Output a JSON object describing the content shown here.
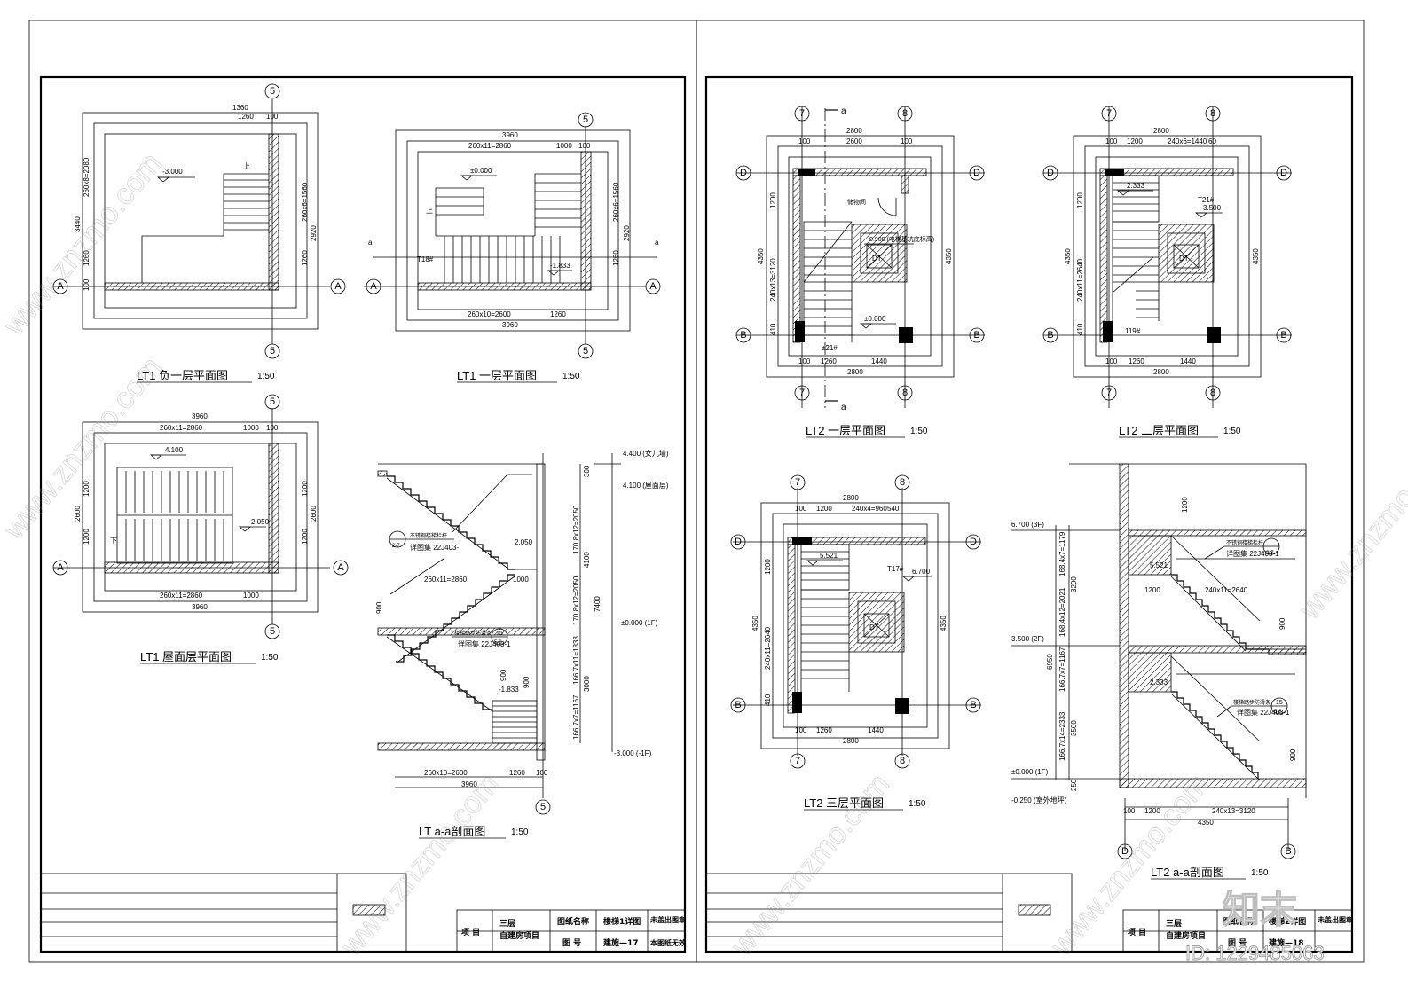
{
  "watermark": {
    "brand_logo": "知末",
    "id_text": "ID: 1229485063",
    "site": "www.znzmo.com"
  },
  "left_sheet": {
    "views": {
      "lt1_b1": {
        "title": "LT1 负一层平面图",
        "scale": "1:50",
        "dims": {
          "d1360": "1360",
          "d1260": "1260",
          "d100": "100",
          "d2080": "260x8=2080",
          "d3440": "3440",
          "d1560": "260x6=1560",
          "d2920": "2920",
          "d1260b": "1260",
          "d100b": "100"
        },
        "level": "-3.000",
        "up": "上"
      },
      "lt1_f1": {
        "title": "LT1 一层平面图",
        "scale": "1:50",
        "dims": {
          "total": "3960",
          "run_top": "260x11=2860",
          "d1000": "1000",
          "d100": "100",
          "run_bot": "260x10=2600",
          "d1260": "1260",
          "total_b": "3960",
          "d1560": "260x6=1560",
          "d2920": "2920"
        },
        "level": "±0.000",
        "level2": "-1.833",
        "step_label": "T18#",
        "up": "上",
        "cut": "a"
      },
      "lt1_roof": {
        "title": "LT1 屋面层平面图",
        "scale": "1:50",
        "dims": {
          "total": "3960",
          "run": "260x11=2860",
          "d1000": "1000",
          "d100": "100",
          "run_b": "260x11=2860",
          "total_b": "3960",
          "d1200": "1200",
          "d2600": "2600",
          "d100v": "100"
        },
        "level": "4.100",
        "level2": "2.050",
        "up": "下"
      },
      "lt_aa": {
        "title": "LT a-a剖面图",
        "scale": "1:50",
        "dims": {
          "d300": "300",
          "d2050a": "170.8x12=2050",
          "d4100": "4100",
          "d2050b": "170.8x12=2050",
          "d7400": "7400",
          "d1833": "166.7x11=1833",
          "d3000": "3000",
          "d1167": "166.7x7=1167",
          "run": "260x10=2600",
          "d1260": "1260",
          "d100": "100",
          "total": "3960",
          "mid_run": "260x11=2860",
          "d1000": "1000",
          "d900": "900",
          "d900b": "900"
        },
        "levels": {
          "l1": "4.400 (女儿墙)",
          "l2": "4.100 (屋面层)",
          "l3": "±0.000 (1F)",
          "l4": "-3.000 (-1F)",
          "l5": "2.050",
          "l6": "-1.833"
        },
        "notes": {
          "n1": "不锈钢楼梯栏杆",
          "n1b": "详图集 22J403-",
          "n1c": "2-7",
          "n2": "楼梯踏步防滑条",
          "n2b": "详图集 22J403-1",
          "n2c": "15",
          "n2d": "5-8"
        }
      }
    },
    "axes": {
      "a": "A",
      "five": "5"
    },
    "title_block": {
      "project_label": "项 目",
      "project": "三层\n自建房项目",
      "project_line1": "三层",
      "project_line2": "自建房项目",
      "drawing_name_label": "图纸名称",
      "drawing_name": "楼梯1详图",
      "drawing_no_label": "图 号",
      "drawing_no": "建施—17",
      "stamp1": "未盖出图章",
      "stamp2": "本图纸无效"
    }
  },
  "right_sheet": {
    "views": {
      "lt2_f1": {
        "title": "LT2 一层平面图",
        "scale": "1:50",
        "dims": {
          "d2800": "2800",
          "d100": "100",
          "d2600": "2600",
          "d100b": "100",
          "d1200": "1200",
          "d3120": "240x13=3120",
          "d4350": "4350",
          "d4350r": "4350",
          "d100c": "100",
          "d1260": "1260",
          "d1440": "1440",
          "d2800b": "2800",
          "d410": "410"
        },
        "level": "±0.000",
        "level2": "0.900 (电梯基坑底标高)",
        "room": "储物间",
        "step": "±21#",
        "lift": "DT",
        "cut": "a"
      },
      "lt2_f2": {
        "title": "LT2 二层平面图",
        "scale": "1:50",
        "dims": {
          "d2800": "2800",
          "d100": "100",
          "d1200": "1200",
          "d1440": "240x6=1440",
          "d60": "60",
          "d1200v": "1200",
          "d2640": "240x11=2640",
          "d4350": "4350",
          "d4350r": "4350",
          "d100b": "100",
          "d1260": "1260",
          "d1440b": "1440",
          "d2800b": "2800",
          "d410": "410"
        },
        "level": "2.333",
        "level2": "3.500",
        "step": "T21#",
        "step2": "119#",
        "lift": "DT"
      },
      "lt2_f3": {
        "title": "LT2 三层平面图",
        "scale": "1:50",
        "dims": {
          "d2800": "2800",
          "d100": "100",
          "d1200": "1200",
          "d960": "240x4=960",
          "d540": "540",
          "d1200v": "1200",
          "d2640": "240x11=2640",
          "d4350": "4350",
          "d4350r": "4350",
          "d100b": "100",
          "d1260": "1260",
          "d1440": "1440",
          "d2800b": "2800",
          "d410": "410"
        },
        "level": "5.521",
        "level2": "6.700",
        "step": "T17#",
        "lift": "DT"
      },
      "lt2_aa": {
        "title": "LT2 a-a剖面图",
        "scale": "1:50",
        "dims": {
          "d1200": "1200",
          "d1179": "168.4x7=1179",
          "d3200": "3200",
          "d2021": "168.4x12=2021",
          "d6950": "6950",
          "d1167": "166.7x7=1167",
          "d3500": "3500",
          "d2333": "166.7x14=2333",
          "d250": "250",
          "run1": "240x11=2640",
          "run2": "240x13=3120",
          "d1200b": "1200",
          "d100": "100",
          "d4350": "4350",
          "d900": "900",
          "d900b": "900",
          "d1200c": "1200"
        },
        "levels": {
          "l1": "6.700 (3F)",
          "l2": "3.500 (2F)",
          "l3": "±0.000 (1F)",
          "l4": "-0.250 (室外地坪)",
          "l5": "5.521",
          "l6": "2.333"
        },
        "notes": {
          "n1": "不锈钢楼梯栏杆",
          "n1b": "详图集 22J403-1",
          "n1c": "2-7",
          "n2": "楼梯踏步防滑条",
          "n2b": "详图集 22J403-1",
          "n2c": "15",
          "n2d": "5-8"
        }
      }
    },
    "axes": {
      "d": "D",
      "b": "B",
      "seven": "7",
      "eight": "8"
    },
    "title_block": {
      "project_label": "项 目",
      "project_line1": "三层",
      "project_line2": "自建房项目",
      "drawing_name_label": "图纸名称",
      "drawing_name": "楼梯2详图",
      "drawing_no_label": "图 号",
      "drawing_no": "建施—18",
      "stamp1": "未盖出图章"
    }
  }
}
